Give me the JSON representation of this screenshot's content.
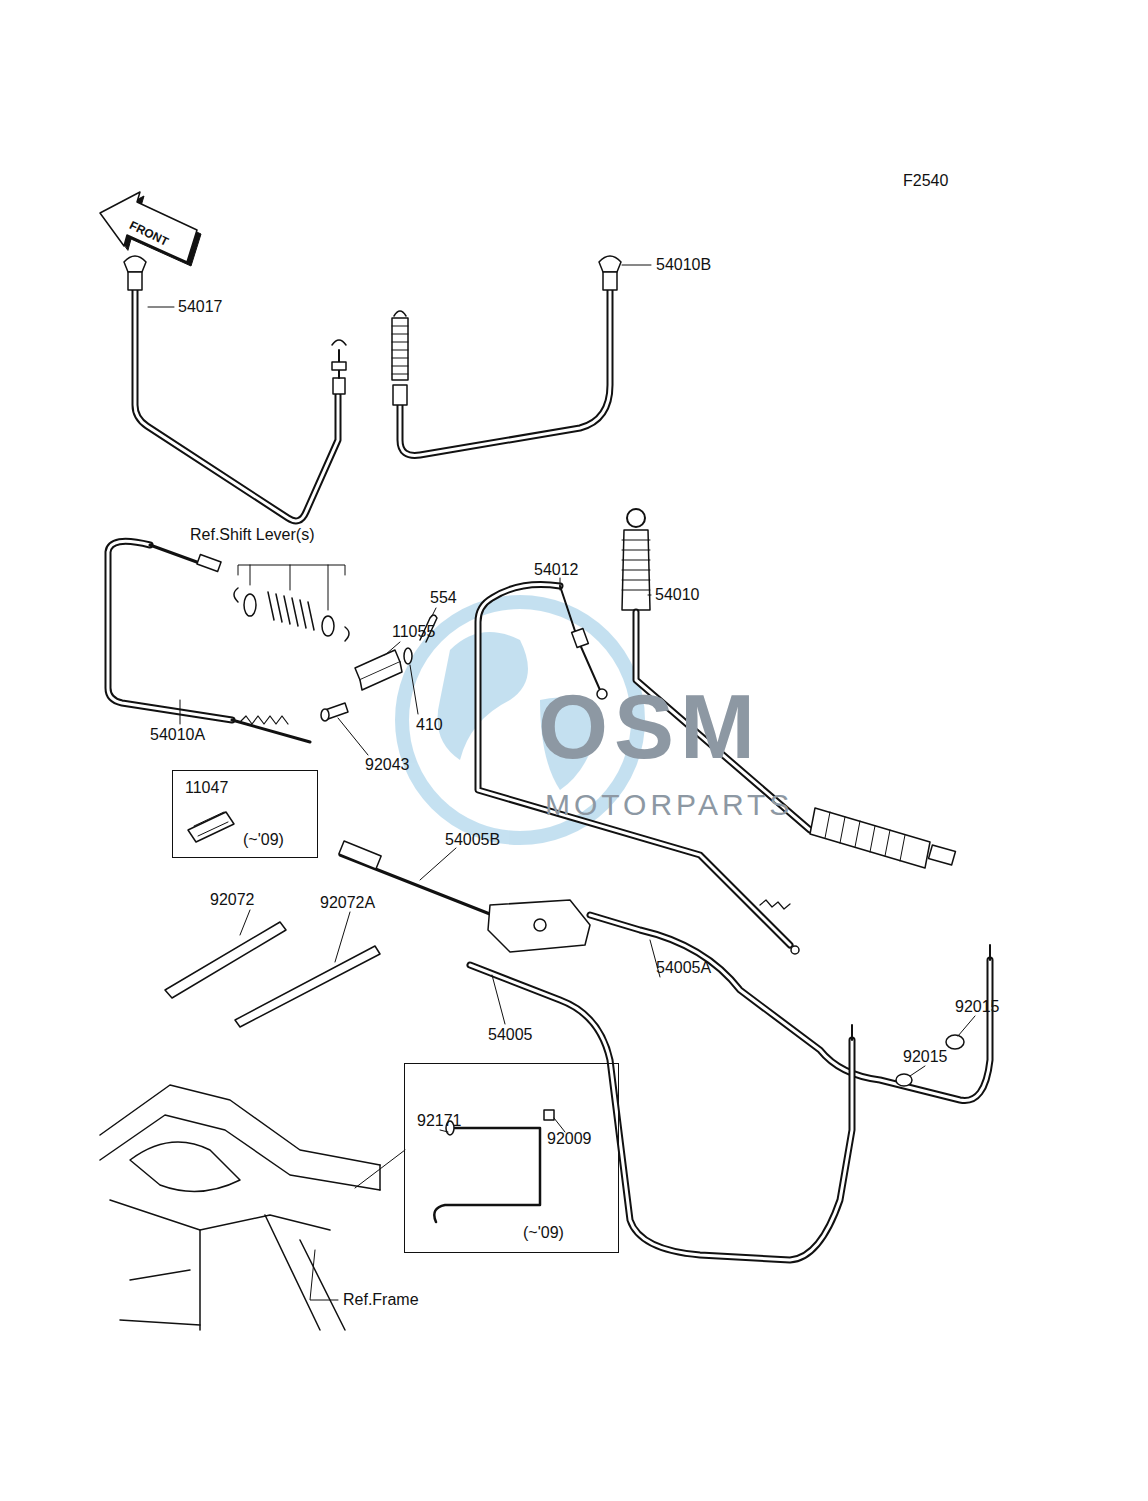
{
  "diagram": {
    "nodes": [
      {
        "text": [
          "11047",
          "(~'09)"
        ]
      },
      {
        "text": [
          "92171",
          "92009",
          "(~'09)"
        ]
      }
    ],
    "labels": [
      "F2540",
      "FRONT",
      "54017",
      "54010B",
      "Ref.Shift Lever(s)",
      "54012",
      "554",
      "11055",
      "54010",
      "410",
      "54010A",
      "92043",
      "54005B",
      "92072",
      "92072A",
      "92015",
      "54005A",
      "92015",
      "54005",
      "Ref.Frame",
      "OSM",
      "MOTORPARTS"
    ]
  }
}
